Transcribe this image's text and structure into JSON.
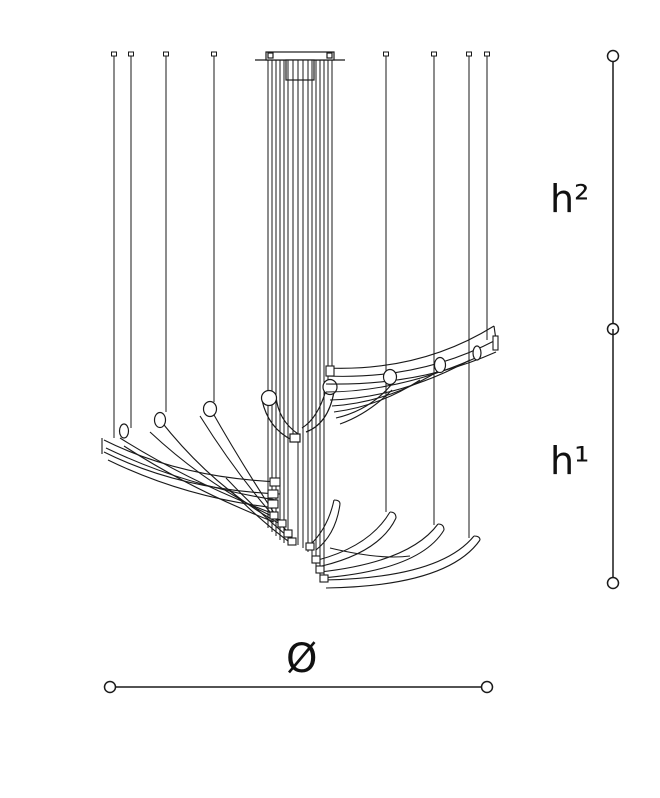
{
  "diagram": {
    "subject": "chandelier-technical-drawing",
    "line_color": "#1a1a1a",
    "background": "#ffffff"
  },
  "dimensions": {
    "height_upper_label": "h²",
    "height_lower_label": "h¹",
    "diameter_label": "Ø"
  }
}
